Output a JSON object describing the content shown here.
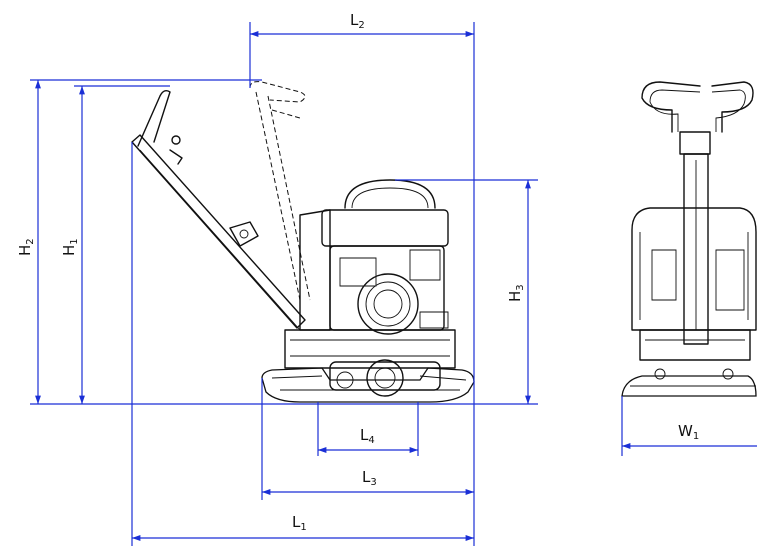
{
  "drawing": {
    "title": "",
    "side_view": {
      "dimensions": {
        "L1": {
          "letter": "L",
          "sub": "1"
        },
        "L2": {
          "letter": "L",
          "sub": "2"
        },
        "L3": {
          "letter": "L",
          "sub": "3"
        },
        "L4": {
          "letter": "L",
          "sub": "4"
        },
        "H1": {
          "letter": "H",
          "sub": "1"
        },
        "H2": {
          "letter": "H",
          "sub": "2"
        },
        "H3": {
          "letter": "H",
          "sub": "3"
        }
      }
    },
    "front_view": {
      "dimensions": {
        "W1": {
          "letter": "W",
          "sub": "1"
        }
      }
    },
    "colors": {
      "dimension_lines": "#1a2fd6",
      "outline": "#111111",
      "background": "#ffffff"
    }
  }
}
